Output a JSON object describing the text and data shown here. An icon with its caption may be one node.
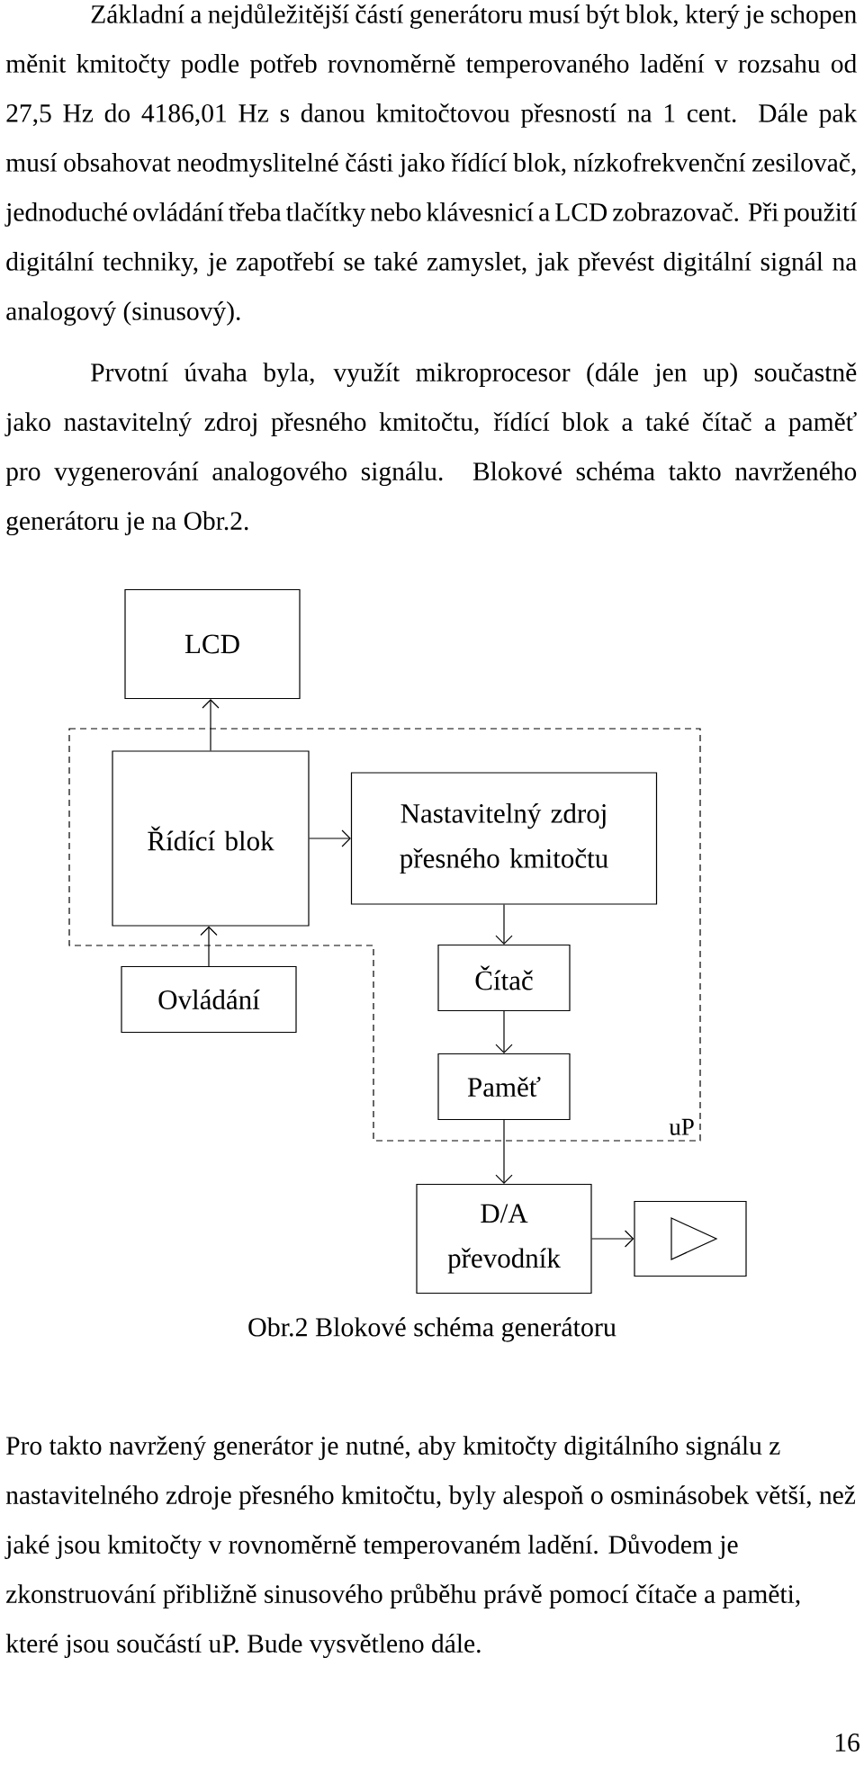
{
  "diagram": {
    "caption": "Obr.2 Blokové schéma generátoru",
    "nodes": [
      {
        "text": [
          "LCD"
        ]
      },
      {
        "text": [
          "uP"
        ]
      },
      {
        "text": [
          "Řídící blok"
        ],
        "in": 1
      },
      {
        "text": [
          "Nastavitelný zdroj přesného kmitočtu"
        ],
        "in": 1
      },
      {
        "text": [
          "Ovládání"
        ]
      },
      {
        "text": [
          "Čítač"
        ],
        "in": 1
      },
      {
        "text": [
          "Paměť"
        ],
        "in": 1
      },
      {
        "text": [
          "D/A převodník"
        ]
      },
      {
        "text": [],
        "shape": "box"
      }
    ],
    "edges": [
      {
        "from": 2,
        "to": 0,
        "arrow": "to"
      },
      {
        "from": 2,
        "to": 3,
        "arrow": "to"
      },
      {
        "from": 4,
        "to": 2,
        "arrow": "to"
      },
      {
        "from": 3,
        "to": 5,
        "arrow": "to"
      },
      {
        "from": 5,
        "to": 6,
        "arrow": "to"
      },
      {
        "from": 6,
        "to": 7,
        "arrow": "to"
      },
      {
        "from": 7,
        "to": 8,
        "arrow": "to"
      }
    ],
    "labels": [
      "Základní a nejdůležitější částí generátoru musí být blok, který je schopen měnit kmitočty podle potřeb rovnoměrně temperovaného ladění v rozsahu od 27,5 Hz do 4186,01 Hz s danou kmitočtovou přesností na 1 cent. Dále pak musí obsahovat neodmyslitelné části jako řídící blok, nízkofrekvenční zesilovač, jednoduché ovládání třeba tlačítky nebo klávesnicí a LCD zobrazovač. Při použití digitální techniky, je zapotřebí se také zamyslet, jak převést digitální signál na analogový (sinusový).",
      "Prvotní úvaha byla, využít mikroprocesor (dále jen up) součastně jako nastavitelný zdroj přesného kmitočtu, řídící blok a také čítač a paměť pro vygenerování analogového signálu. Blokové schéma takto navrženého generátoru je na Obr.2.",
      "Pro takto navržený generátor je nutné, aby kmitočty digitálního signálu z nastavitelného zdroje přesného kmitočtu, byly alespoň o osminásobek větší, než jaké jsou kmitočty v rovnoměrně temperovaném ladění. Důvodem je zkonstruování přibližně sinusového průběhu právě pomocí čítače a paměti, které jsou součástí uP. Bude vysvětleno dále.",
      "16"
    ]
  }
}
